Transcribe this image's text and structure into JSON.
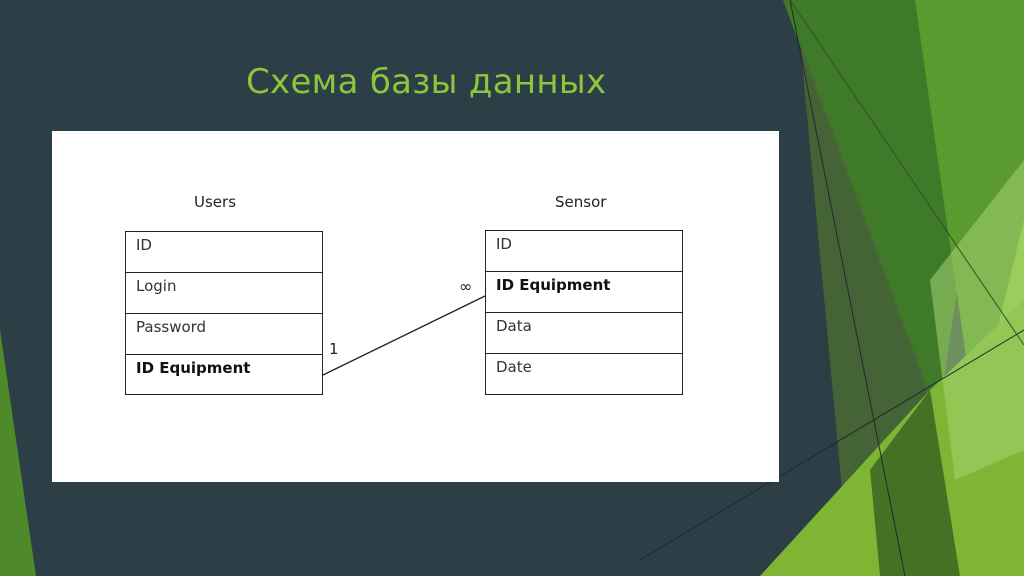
{
  "slide": {
    "title": "Схема базы данных",
    "colors": {
      "background": "#2c3e46",
      "title": "#8cc63e",
      "accent_green": "#8cc63e"
    }
  },
  "diagram": {
    "entities": [
      {
        "name": "Users",
        "fields": [
          {
            "label": "ID",
            "bold": false
          },
          {
            "label": "Login",
            "bold": false
          },
          {
            "label": "Password",
            "bold": false
          },
          {
            "label": "ID Equipment",
            "bold": true
          }
        ]
      },
      {
        "name": "Sensor",
        "fields": [
          {
            "label": "ID",
            "bold": false
          },
          {
            "label": "ID Equipment",
            "bold": true
          },
          {
            "label": "Data",
            "bold": false
          },
          {
            "label": "Date",
            "bold": false
          }
        ]
      }
    ],
    "relationship": {
      "from_entity": "Users",
      "from_field": "ID Equipment",
      "from_cardinality": "1",
      "to_entity": "Sensor",
      "to_field": "ID Equipment",
      "to_cardinality": "∞"
    }
  }
}
